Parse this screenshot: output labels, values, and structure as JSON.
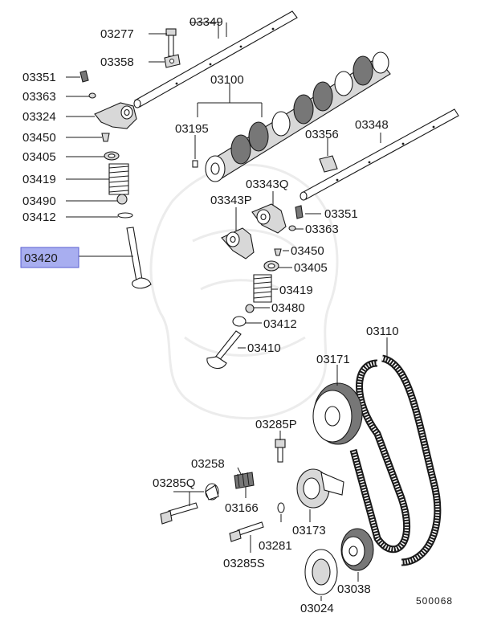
{
  "diagram": {
    "highlight_color": "#a8aef0",
    "figure_number": "500068",
    "labels": {
      "p03349": "03349",
      "p03277": "03277",
      "p03358": "03358",
      "p03351a": "03351",
      "p03363a": "03363",
      "p03324": "03324",
      "p03450a": "03450",
      "p03405a": "03405",
      "p03419a": "03419",
      "p03490": "03490",
      "p03412a": "03412",
      "p03420": "03420",
      "p03100": "03100",
      "p03195": "03195",
      "p03348": "03348",
      "p03356": "03356",
      "p03343q": "03343Q",
      "p03343p": "03343P",
      "p03351b": "03351",
      "p03363b": "03363",
      "p03450b": "03450",
      "p03405b": "03405",
      "p03419b": "03419",
      "p03480": "03480",
      "p03412b": "03412",
      "p03410": "03410",
      "p03110": "03110",
      "p03171": "03171",
      "p03285p": "03285P",
      "p03258": "03258",
      "p03285q": "03285Q",
      "p03166": "03166",
      "p03173": "03173",
      "p03281": "03281",
      "p03285s": "03285S",
      "p03038": "03038",
      "p03024": "03024"
    }
  }
}
